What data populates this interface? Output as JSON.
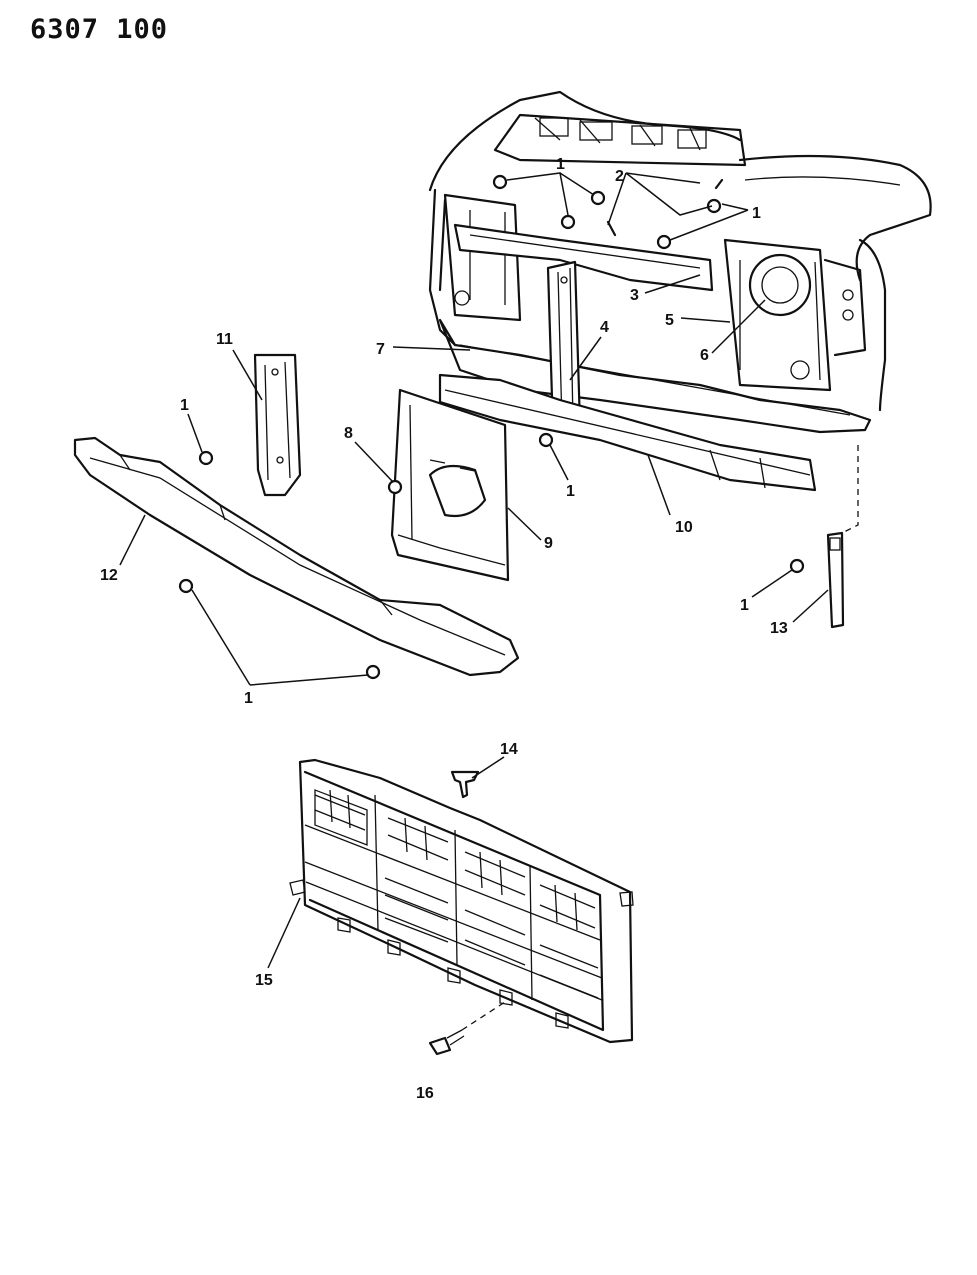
{
  "header": {
    "figure_code": "6307 100"
  },
  "callouts": {
    "c1a": "1",
    "c2": "2",
    "c1b": "1",
    "c3": "3",
    "c4": "4",
    "c5": "5",
    "c6": "6",
    "c7": "7",
    "c11": "11",
    "c1c": "1",
    "c8": "8",
    "c9": "9",
    "c1d": "1",
    "c10": "10",
    "c12": "12",
    "c1e": "1",
    "c13": "13",
    "c1f": "1",
    "c14": "14",
    "c15": "15",
    "c16": "16"
  }
}
